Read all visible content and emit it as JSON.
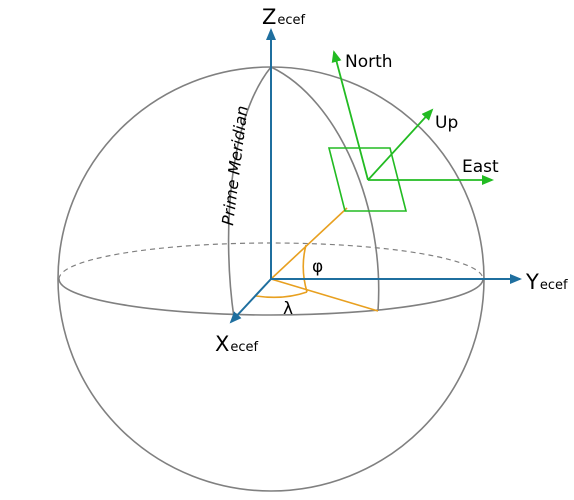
{
  "axes": {
    "z": {
      "main": "Z",
      "sub": "ecef"
    },
    "y": {
      "main": "Y",
      "sub": "ecef"
    },
    "x": {
      "main": "X",
      "sub": "ecef"
    }
  },
  "local_frame": {
    "north": "North",
    "up": "Up",
    "east": "East"
  },
  "angles": {
    "latitude": "φ",
    "longitude": "λ"
  },
  "meridian_label": "Prime Meridian",
  "colors": {
    "sphere": "#808080",
    "ecef_axes": "#1f6f9f",
    "enu_frame": "#22bb22",
    "angle_lines": "#e8a020"
  }
}
